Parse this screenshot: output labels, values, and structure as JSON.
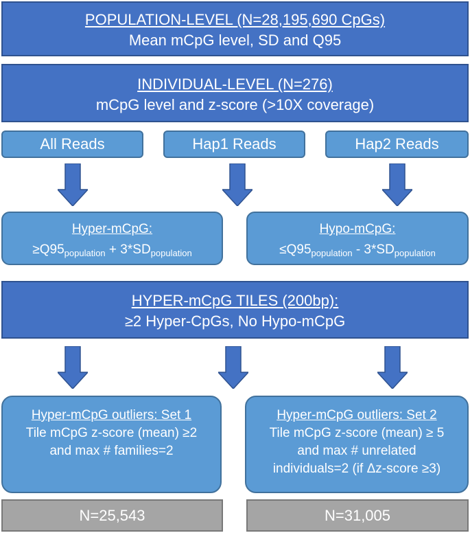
{
  "population": {
    "title": "POPULATION-LEVEL (N=28,195,690 CpGs)",
    "subtitle": "Mean mCpG level, SD and Q95"
  },
  "individual": {
    "title": "INDIVIDUAL-LEVEL (N=276)",
    "subtitle": "mCpG level and z-score (>10X coverage)"
  },
  "reads": {
    "all": "All Reads",
    "hap1": "Hap1 Reads",
    "hap2": "Hap2 Reads"
  },
  "hyper": {
    "title": "Hyper-mCpG:",
    "f1": "≥Q95",
    "s1": "population",
    "f2": " + 3*SD",
    "s2": "population"
  },
  "hypo": {
    "title": "Hypo-mCpG:",
    "f1": "≤Q95",
    "s1": "population",
    "f2": " - 3*SD",
    "s2": "population"
  },
  "tiles": {
    "title": "HYPER-mCpG TILES (200bp):",
    "subtitle": "≥2 Hyper-CpGs, No Hypo-mCpG"
  },
  "set1": {
    "title": "Hyper-mCpG outliers: Set 1",
    "line1": "Tile mCpG z-score (mean) ≥2",
    "line2": "and max # families=2",
    "count": "N=25,543"
  },
  "set2": {
    "title": "Hyper-mCpG outliers: Set 2",
    "line1": "Tile mCpG z-score (mean) ≥ 5",
    "line2": "and max # unrelated",
    "line3": "individuals=2 (if Δz-score ≥3)",
    "count": "N=31,005"
  },
  "colors": {
    "dark_box": "#4472c4",
    "light_box": "#5b9bd5",
    "gray_box": "#a5a5a5",
    "arrow": "#4472c4"
  }
}
